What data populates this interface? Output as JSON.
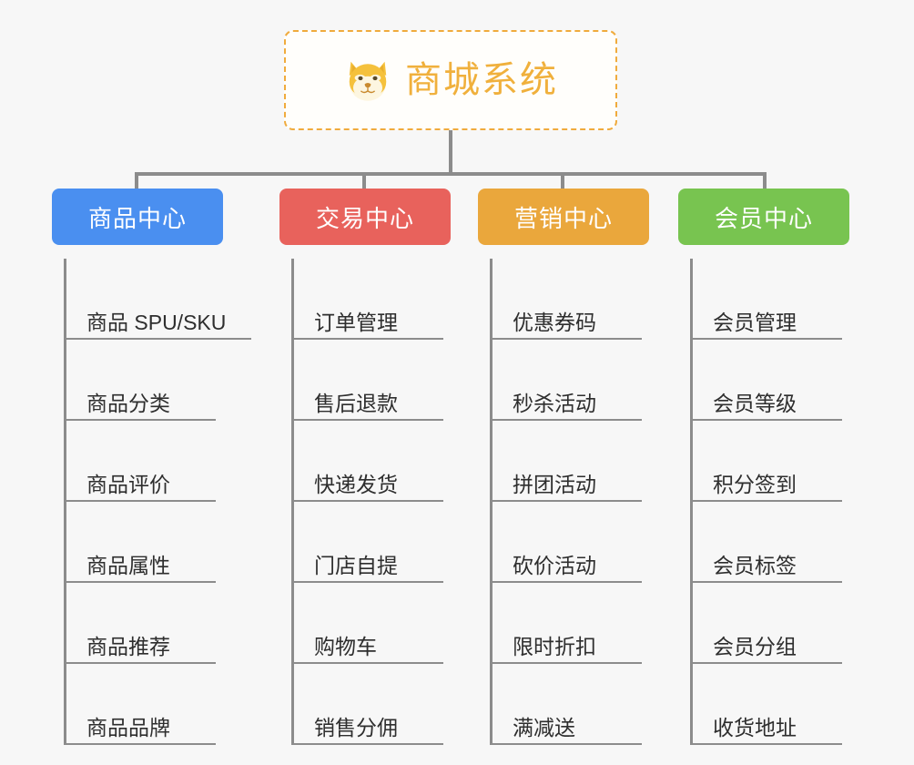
{
  "page": {
    "background_color": "#f7f7f7",
    "connector_color": "#8c8c8c"
  },
  "root": {
    "title": "商城系统",
    "icon": "shiba-dog-face-icon",
    "text_color": "#f0b03c",
    "border_color": "#f0ab3d",
    "background_color": "#fffefb"
  },
  "columns": [
    {
      "header": "商品中心",
      "color": "#4a8ff0",
      "items": [
        "商品 SPU/SKU",
        "商品分类",
        "商品评价",
        "商品属性",
        "商品推荐",
        "商品品牌"
      ]
    },
    {
      "header": "交易中心",
      "color": "#e8625c",
      "items": [
        "订单管理",
        "售后退款",
        "快递发货",
        "门店自提",
        "购物车",
        "销售分佣"
      ]
    },
    {
      "header": "营销中心",
      "color": "#eaa73c",
      "items": [
        "优惠券码",
        "秒杀活动",
        "拼团活动",
        "砍价活动",
        "限时折扣",
        "满减送"
      ]
    },
    {
      "header": "会员中心",
      "color": "#78c450",
      "items": [
        "会员管理",
        "会员等级",
        "积分签到",
        "会员标签",
        "会员分组",
        "收货地址"
      ]
    }
  ]
}
